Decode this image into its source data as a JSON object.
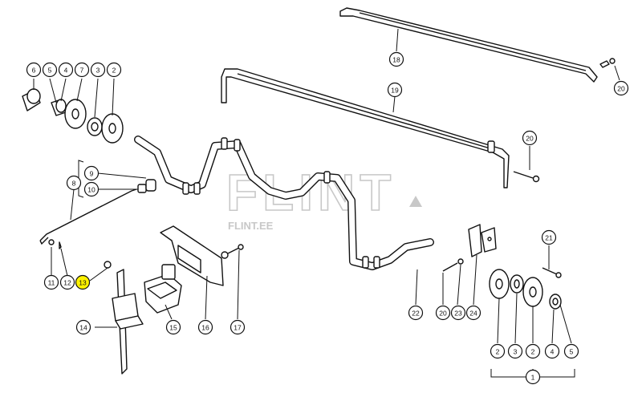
{
  "watermark": {
    "brand": "FLINT",
    "site": "FLINT.EE"
  },
  "colors": {
    "line": "#111111",
    "highlight": "#fff200",
    "watermark": "#c8c8c8"
  },
  "callouts": [
    {
      "id": "c6",
      "label": "6"
    },
    {
      "id": "c5t",
      "label": "5"
    },
    {
      "id": "c4t",
      "label": "4"
    },
    {
      "id": "c7",
      "label": "7"
    },
    {
      "id": "c3t",
      "label": "3"
    },
    {
      "id": "c2t",
      "label": "2"
    },
    {
      "id": "c18",
      "label": "18"
    },
    {
      "id": "c20a",
      "label": "20"
    },
    {
      "id": "c19",
      "label": "19"
    },
    {
      "id": "c20b",
      "label": "20"
    },
    {
      "id": "c9",
      "label": "9"
    },
    {
      "id": "c10",
      "label": "10"
    },
    {
      "id": "c8",
      "label": "8"
    },
    {
      "id": "c11",
      "label": "11"
    },
    {
      "id": "c12",
      "label": "12"
    },
    {
      "id": "c13",
      "label": "13",
      "highlight": true
    },
    {
      "id": "c14",
      "label": "14"
    },
    {
      "id": "c15",
      "label": "15"
    },
    {
      "id": "c16",
      "label": "16"
    },
    {
      "id": "c17",
      "label": "17"
    },
    {
      "id": "c22",
      "label": "22"
    },
    {
      "id": "c20c",
      "label": "20"
    },
    {
      "id": "c23",
      "label": "23"
    },
    {
      "id": "c24",
      "label": "24"
    },
    {
      "id": "c21",
      "label": "21"
    },
    {
      "id": "c2b",
      "label": "2"
    },
    {
      "id": "c3b",
      "label": "3"
    },
    {
      "id": "c2c",
      "label": "2"
    },
    {
      "id": "c4b",
      "label": "4"
    },
    {
      "id": "c5b",
      "label": "5"
    },
    {
      "id": "c1",
      "label": "1"
    }
  ]
}
